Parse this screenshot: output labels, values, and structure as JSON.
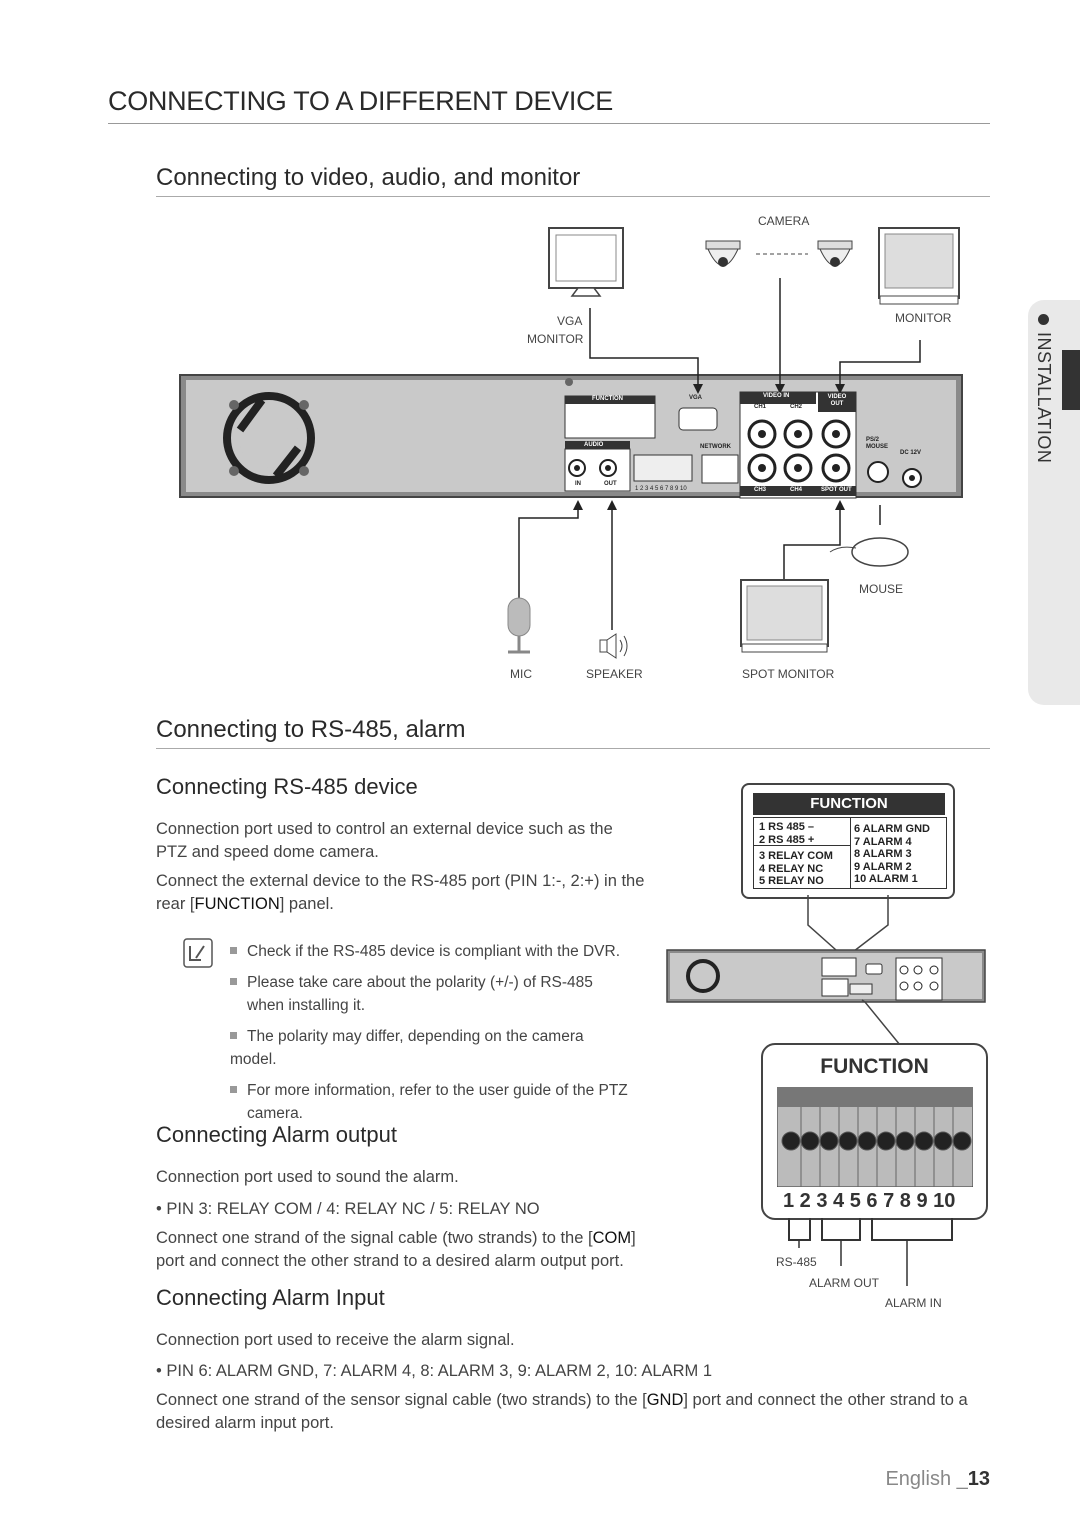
{
  "page": {
    "title": "CONNECTING TO A DIFFERENT DEVICE",
    "side_tab": "INSTALLATION",
    "footer_lang": "English _",
    "footer_page": "13"
  },
  "section1": {
    "heading": "Connecting to video, audio, and monitor",
    "labels": {
      "camera": "CAMERA",
      "vga": "VGA",
      "vga_monitor": "MONITOR",
      "monitor": "MONITOR",
      "mouse": "MOUSE",
      "mic": "MIC",
      "speaker": "SPEAKER",
      "spot_monitor": "SPOT MONITOR"
    },
    "panel": {
      "function": "FUNCTION",
      "vga": "VGA",
      "video_in": "VIDEO IN",
      "video_out": "VIDEO OUT",
      "ch1": "CH1",
      "ch2": "CH2",
      "ch3": "CH3",
      "ch4": "CH4",
      "spot_out": "SPOT OUT",
      "audio": "AUDIO",
      "in": "IN",
      "out": "OUT",
      "network": "NETWORK",
      "ps2_mouse": "PS/2 MOUSE",
      "dc12v": "DC 12V",
      "pins": "1 2 3 4 5 6 7 8 9 10"
    }
  },
  "section2": {
    "heading": "Connecting to RS-485, alarm",
    "rs485": {
      "heading": "Connecting RS-485 device",
      "p1": "Connection port used to control an external device such as the PTZ and speed dome camera.",
      "p2_a": "Connect the external device to the RS-485 port (PIN 1:-, 2:+) in the rear [",
      "p2_b": "FUNCTION",
      "p2_c": "] panel.",
      "notes": [
        "Check if the RS-485 device is compliant with the DVR.",
        "Please take care about the polarity (+/-) of RS-485 when installing it.",
        "The polarity may differ, depending on the camera model.",
        "For more information, refer to the user guide of the PTZ camera."
      ]
    },
    "alarm_output": {
      "heading": "Connecting Alarm output",
      "p1": "Connection port used to sound the alarm.",
      "bullet": "• PIN 3: RELAY COM / 4: RELAY NC / 5: RELAY NO",
      "p2_a": "Connect one strand of the signal cable (two strands) to the [",
      "p2_b": "COM",
      "p2_c": "] port and connect the other strand to a desired alarm output port."
    },
    "alarm_input": {
      "heading": "Connecting Alarm Input",
      "p1": "Connection port used to receive the alarm signal.",
      "bullet": "• PIN 6: ALARM GND, 7: ALARM 4, 8: ALARM 3, 9: ALARM 2, 10: ALARM 1",
      "p2_a": "Connect one strand of the sensor signal cable (two strands) to the [",
      "p2_b": "GND",
      "p2_c": "] port and connect the other strand to a desired alarm input port."
    },
    "function_table": {
      "title": "FUNCTION",
      "left": [
        "1  RS 485  –",
        "2  RS 485  +",
        "3  RELAY  COM",
        "4  RELAY  NC",
        "5  RELAY  NO"
      ],
      "right": [
        "6  ALARM GND",
        "7  ALARM  4",
        "8  ALARM  3",
        "9  ALARM  2",
        "10 ALARM  1"
      ]
    },
    "terminal": {
      "title": "FUNCTION",
      "numbers": "1 2 3 4 5 6 7 8 9 10",
      "rs485": "RS-485",
      "alarm_out": "ALARM OUT",
      "alarm_in": "ALARM IN"
    }
  }
}
